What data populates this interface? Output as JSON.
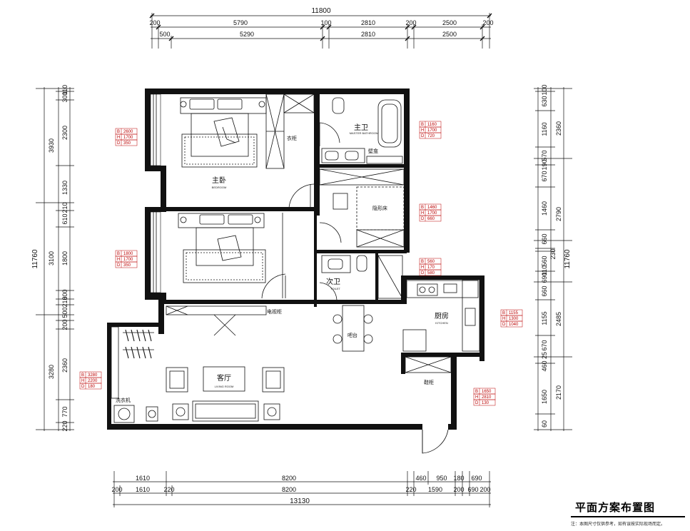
{
  "drawing": {
    "title": "平面方案布置图",
    "note": "注：本图尺寸仅供参考，如有误按实际现场而定。"
  },
  "top_dims": {
    "total": "11800",
    "row1": [
      "200",
      "5790",
      "100",
      "2810",
      "200",
      "2500",
      "200"
    ],
    "row2": [
      "500",
      "5290",
      "2810",
      "2500"
    ]
  },
  "bottom_dims": {
    "total": "13130",
    "row1": [
      "1610",
      "8200",
      "460",
      "950",
      "180",
      "690"
    ],
    "row2": [
      "200",
      "1610",
      "220",
      "8200",
      "220",
      "1590",
      "200",
      "690",
      "200"
    ]
  },
  "left_dims": {
    "total": "11760",
    "groups": [
      "3930",
      "3100",
      "3280"
    ],
    "segments": [
      "110",
      "300",
      "2300",
      "1330",
      "210",
      "610",
      "1800",
      "300",
      "210",
      "500",
      "200",
      "2360",
      "770",
      "220"
    ]
  },
  "right_dims": {
    "total": "11760",
    "groups": [
      "2360",
      "2790",
      "2485",
      "2170"
    ],
    "segments": [
      "100",
      "630",
      "1160",
      "570",
      "190",
      "670",
      "1460",
      "660",
      "560",
      "110",
      "690",
      "230",
      "660",
      "1155",
      "670",
      "25",
      "460",
      "1650",
      "60"
    ]
  },
  "rooms": {
    "master_bedroom": {
      "cn": "主卧",
      "en": "BEDROOM"
    },
    "master_bath": {
      "cn": "主卫",
      "en": "MASTER BATHROOM"
    },
    "toilet": {
      "cn": "次卫",
      "en": "TOILET"
    },
    "kitchen": {
      "cn": "厨房",
      "en": "KITCHEN"
    },
    "living": {
      "cn": "客厅",
      "en": "LIVING ROOM"
    }
  },
  "labels": {
    "wardrobe": "衣柜",
    "hidden_bed": "隐形床",
    "tv_cabinet": "电视柜",
    "bar": "吧台",
    "shoe_cabinet": "鞋柜",
    "washer": "洗衣机",
    "wall_cabinet": "壁龛"
  },
  "spec_tables": [
    {
      "rows": [
        [
          "B",
          "2600"
        ],
        [
          "H",
          "1700"
        ],
        [
          "D",
          "350"
        ]
      ]
    },
    {
      "rows": [
        [
          "B",
          "1800"
        ],
        [
          "H",
          "1700"
        ],
        [
          "D",
          "350"
        ]
      ]
    },
    {
      "rows": [
        [
          "B",
          "1160"
        ],
        [
          "H",
          "1700"
        ],
        [
          "D",
          "720"
        ]
      ]
    },
    {
      "rows": [
        [
          "B",
          "1460"
        ],
        [
          "H",
          "1700"
        ],
        [
          "D",
          "660"
        ]
      ]
    },
    {
      "rows": [
        [
          "B",
          "560"
        ],
        [
          "H",
          "170"
        ],
        [
          "D",
          "580"
        ]
      ]
    },
    {
      "rows": [
        [
          "B",
          "1155"
        ],
        [
          "H",
          "1300"
        ],
        [
          "D",
          "1040"
        ]
      ]
    },
    {
      "rows": [
        [
          "B",
          "3280"
        ],
        [
          "H",
          "2200"
        ],
        [
          "D",
          "180"
        ]
      ]
    },
    {
      "rows": [
        [
          "B",
          "1650"
        ],
        [
          "H",
          "2810"
        ],
        [
          "D",
          "130"
        ]
      ]
    }
  ]
}
